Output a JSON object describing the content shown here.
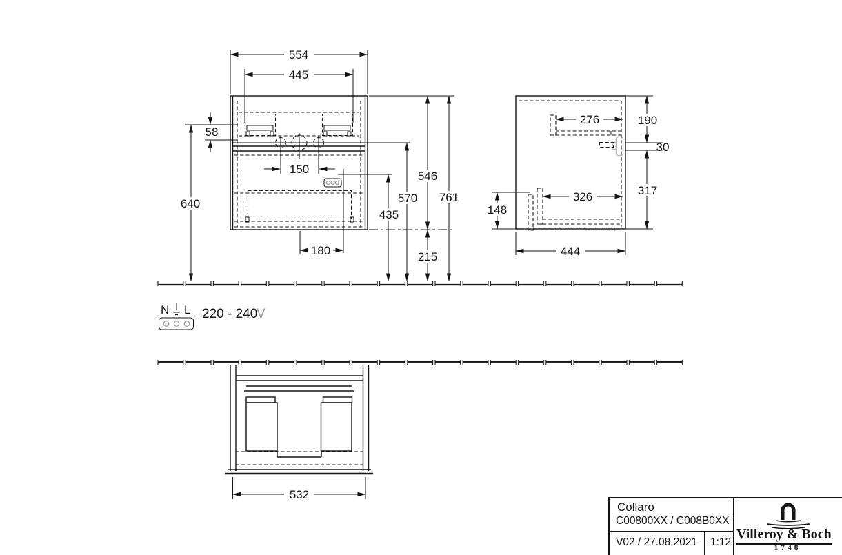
{
  "front": {
    "d554": "554",
    "d445": "445",
    "d58": "58",
    "d640": "640",
    "d150": "150",
    "d180": "180",
    "d435": "435",
    "d570": "570",
    "d546": "546",
    "d761": "761",
    "d215": "215"
  },
  "side": {
    "d276": "276",
    "d190": "190",
    "d30": "30",
    "d317": "317",
    "d326": "326",
    "d148": "148",
    "d444": "444"
  },
  "bottom": {
    "d532": "532"
  },
  "power": {
    "neutral": "N",
    "line": "L",
    "voltage": "220 - 240",
    "volt_unit": "V"
  },
  "title_block": {
    "product_name": "Collaro",
    "article_numbers": "C00800XX / C008B0XX",
    "version_date": "V02 / 27.08.2021",
    "scale": "1:12",
    "brand": "Villeroy & Boch",
    "brand_year": "1748"
  },
  "colors": {
    "line": "#141414",
    "gray": "#9a9a9a"
  }
}
